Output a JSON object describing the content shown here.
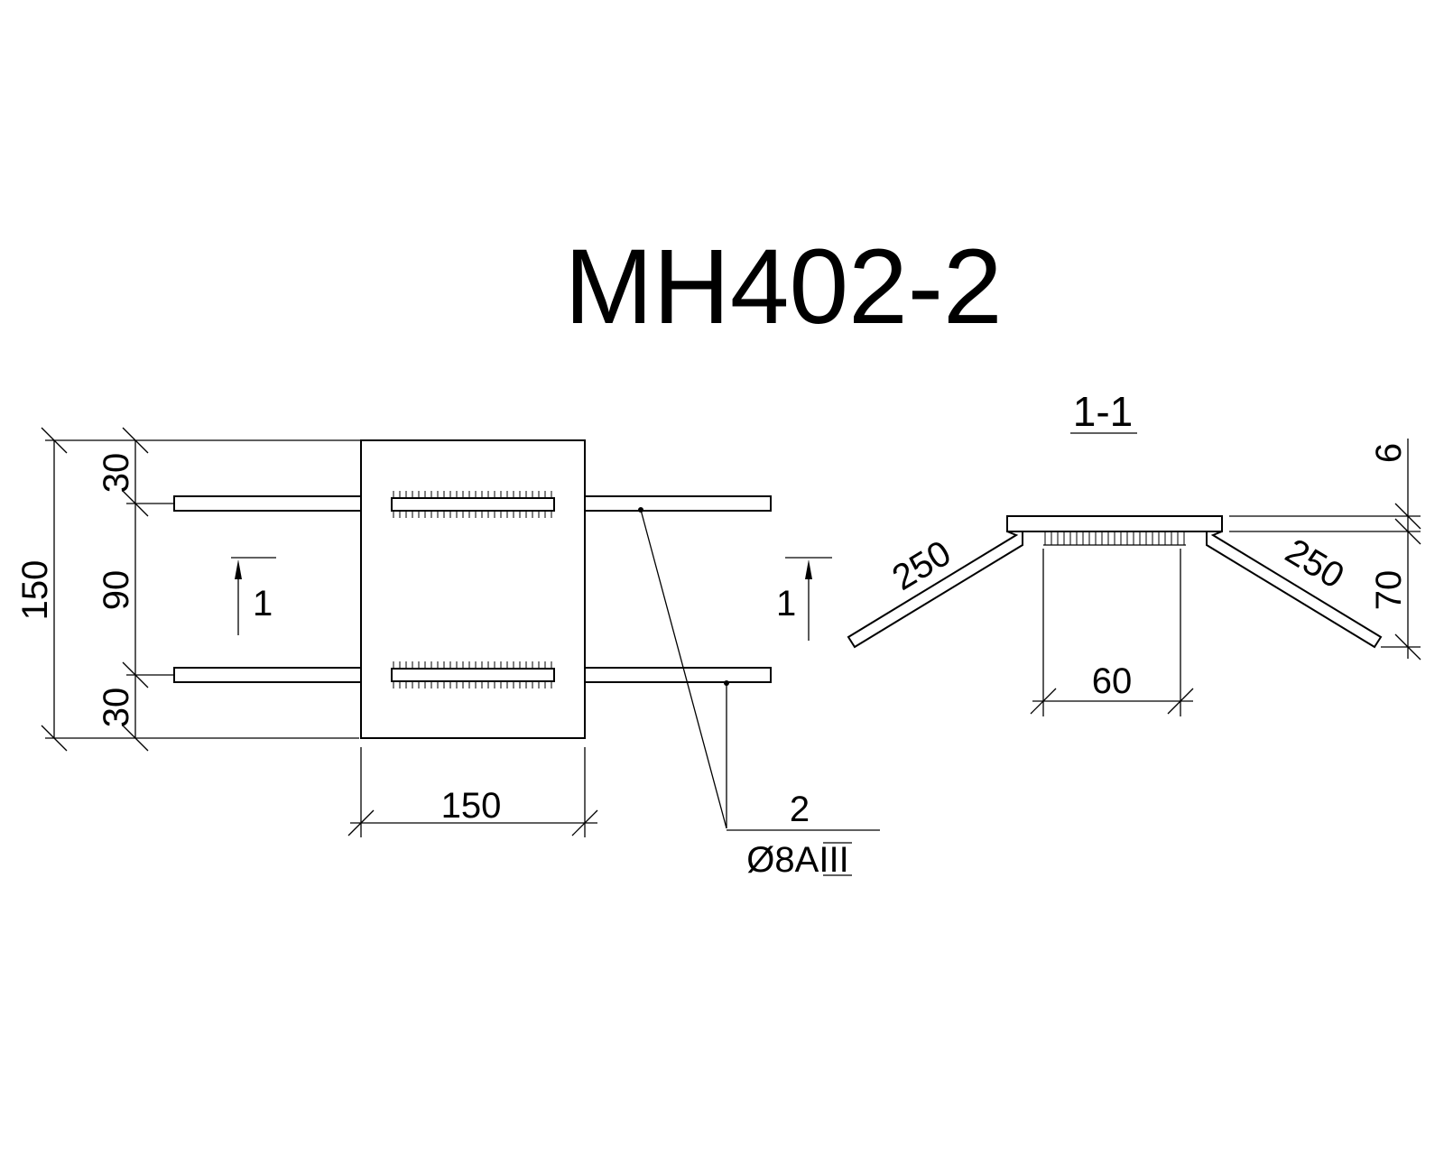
{
  "title": "MH402-2",
  "section_label": "1-1",
  "section_marker_left": "1",
  "section_marker_right": "1",
  "plan_view": {
    "dim_total_height": "150",
    "dim_top_offset": "30",
    "dim_middle_gap": "90",
    "dim_bottom_offset": "30",
    "dim_plate_width": "150"
  },
  "callout": {
    "position_number": "2",
    "bar_spec": "Ø8AIII"
  },
  "section_view": {
    "dim_plate_thickness": "6",
    "dim_height": "70",
    "dim_base_width": "60",
    "dim_left_leg": "250",
    "dim_right_leg": "250"
  }
}
